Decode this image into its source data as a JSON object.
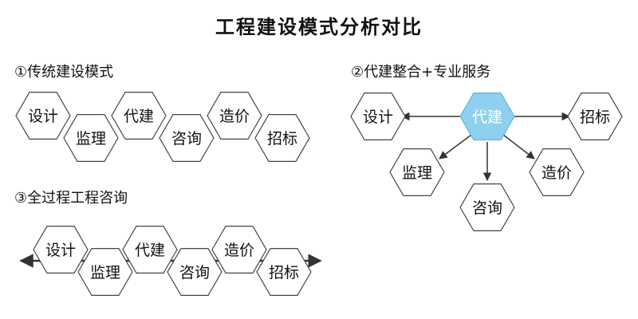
{
  "title": "工程建设模式分析对比",
  "sections": {
    "traditional": {
      "title": "①传统建设模式",
      "nodes": [
        "设计",
        "监理",
        "代建",
        "咨询",
        "造价",
        "招标"
      ]
    },
    "agency": {
      "title": "②代建整合+专业服务",
      "center": "代建",
      "nodes": [
        "设计",
        "招标",
        "监理",
        "造价",
        "咨询"
      ]
    },
    "whole_process": {
      "title": "③全过程工程咨询",
      "nodes": [
        "设计",
        "监理",
        "代建",
        "咨询",
        "造价",
        "招标"
      ]
    }
  },
  "colors": {
    "hex_stroke": "#444444",
    "hex_fill": "#ffffff",
    "center_fill": "#8fd0ee",
    "center_text": "#ffffff",
    "arrow": "#333333"
  }
}
